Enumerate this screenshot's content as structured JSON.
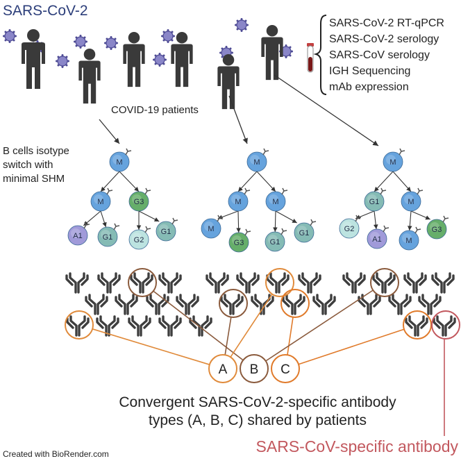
{
  "pathogen_label": "SARS-CoV-2",
  "patients_label": "COVID-19 patients",
  "assays": [
    "SARS-CoV-2 RT-qPCR",
    "SARS-CoV-2 serology",
    "SARS-CoV serology",
    "IGH Sequencing",
    "mAb expression"
  ],
  "bcell_note": [
    "B cells isotype",
    "switch with",
    "minimal SHM"
  ],
  "trees": [
    {
      "root": "M",
      "level2": [
        "M",
        "G3"
      ],
      "level3": [
        "A1",
        "G1",
        "G2",
        "G1"
      ]
    },
    {
      "root": "M",
      "level2": [
        "M",
        "M"
      ],
      "level3": [
        "M",
        "G3",
        "G1",
        "G1"
      ]
    },
    {
      "root": "M",
      "level2": [
        "G1",
        "M"
      ],
      "level3": [
        "G2",
        "A1",
        "M",
        "G3"
      ]
    }
  ],
  "cell_colors": {
    "M": "#5e9fdc",
    "G1": "#7fb8b2",
    "G2": "#b9e2df",
    "G3": "#5eaa63",
    "A1": "#9b95d8"
  },
  "type_labels": [
    "A",
    "B",
    "C"
  ],
  "type_colors": {
    "A": "#e08a3a",
    "B": "#8a5a3c",
    "C": "#e07a2a",
    "SARS-CoV": "#c2585e"
  },
  "convergent_text": [
    "Convergent SARS-CoV-2-specific antibody",
    "types (A, B, C) shared by patients"
  ],
  "sars_cov_label": "SARS-CoV-specific antibody",
  "credit": "Created with BioRender.com"
}
